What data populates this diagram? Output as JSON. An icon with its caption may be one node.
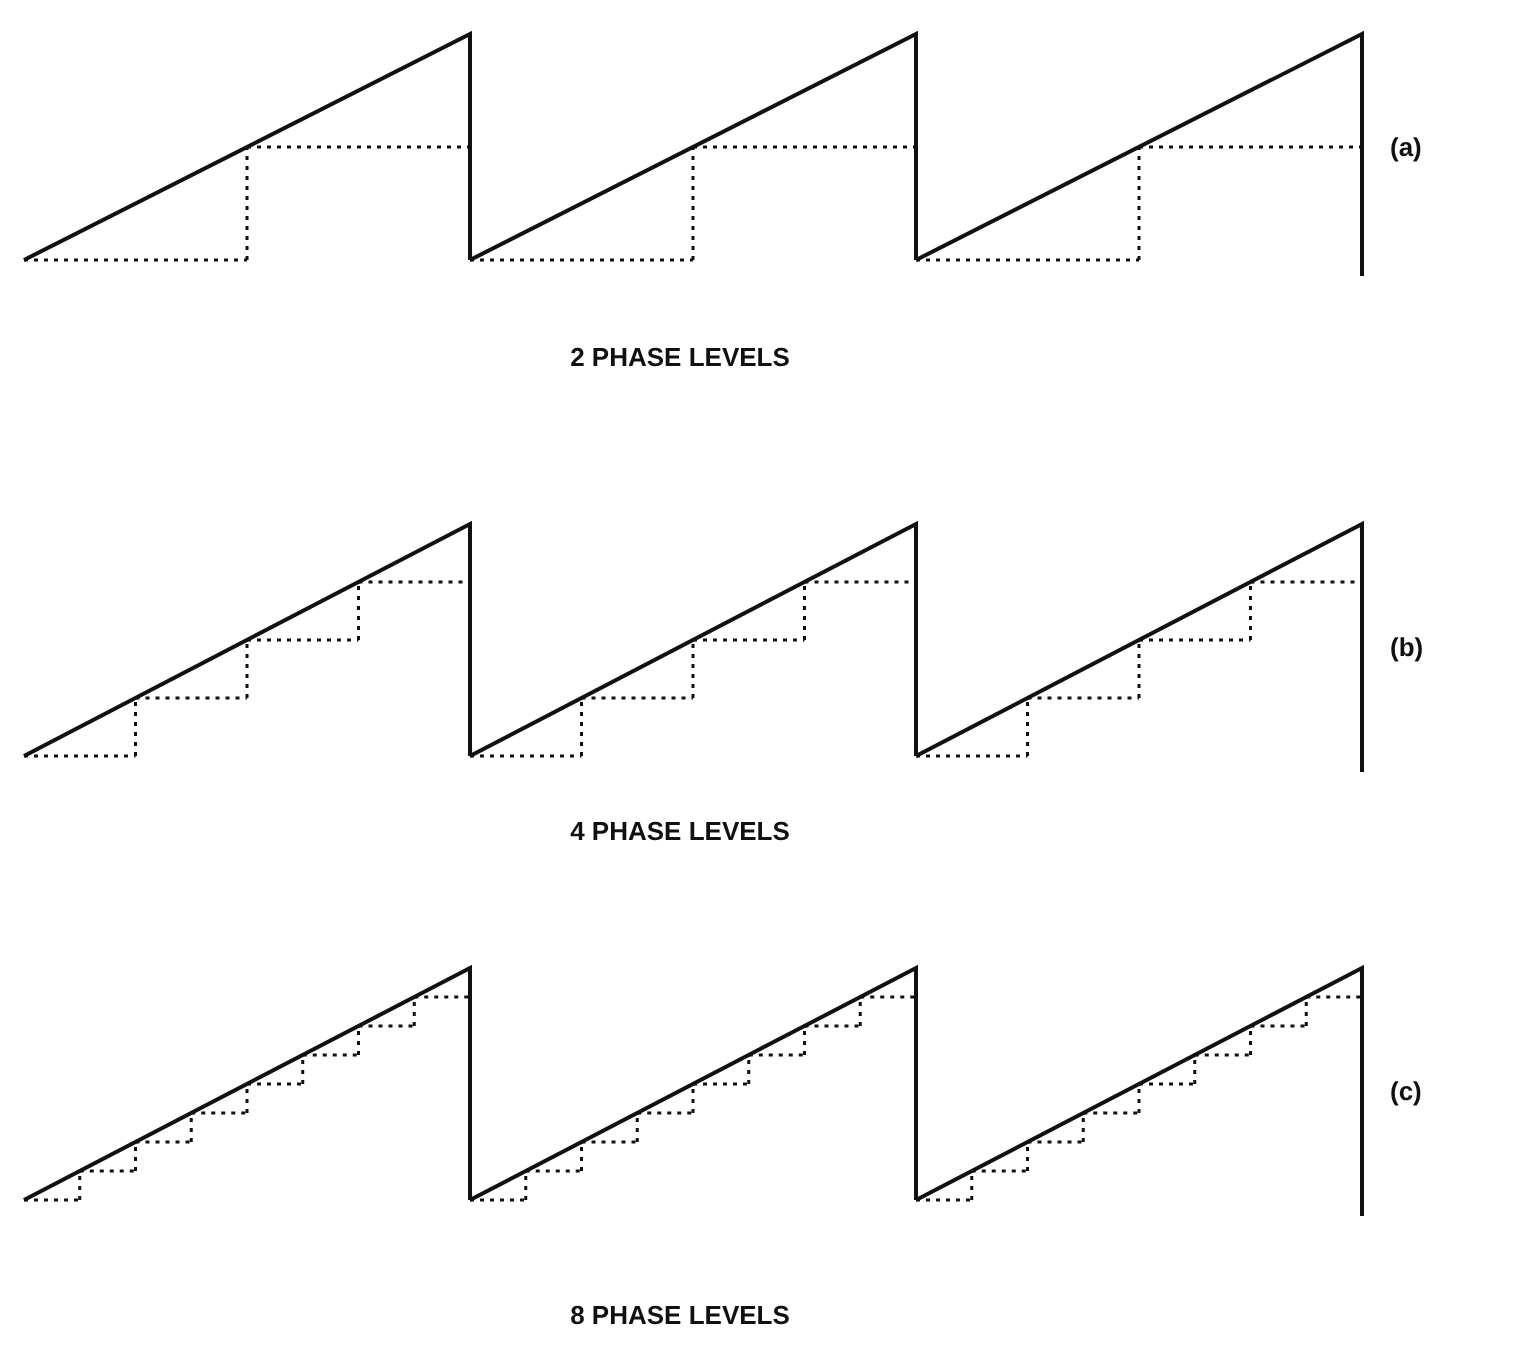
{
  "diagram": {
    "labels": [
      "(a)",
      "2 PHASE LEVELS",
      "(b)",
      "4 PHASE LEVELS",
      "(c)",
      "8 PHASE LEVELS"
    ]
  }
}
